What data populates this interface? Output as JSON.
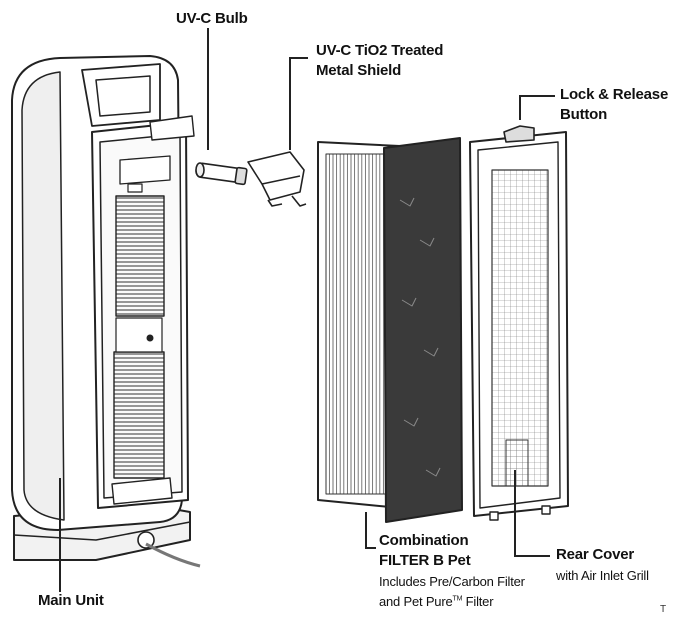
{
  "labels": {
    "uvc_bulb": "UV-C Bulb",
    "shield_line1": "UV-C TiO2 Treated",
    "shield_line2": "Metal Shield",
    "lock_line1": "Lock &  Release",
    "lock_line2": "Button",
    "combo_line1": "Combination",
    "combo_line2": "FILTER B Pet",
    "combo_line3": "Includes Pre/Carbon Filter",
    "combo_line4": "and Pet Pure",
    "combo_tm": "TM",
    "combo_line4b": "Filter",
    "rear_line1": "Rear Cover",
    "rear_line2": "with Air Inlet Grill",
    "main_unit": "Main Unit"
  },
  "colors": {
    "line": "#222222",
    "carbon": "#3a3a3a",
    "shade": "#d8d8d8"
  }
}
